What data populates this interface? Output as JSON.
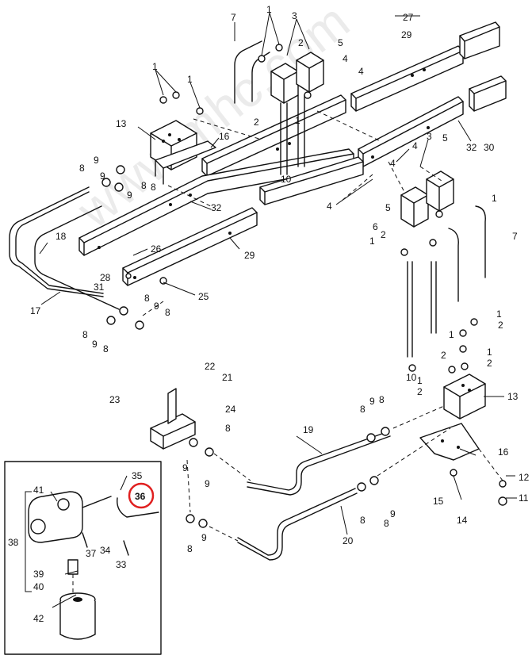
{
  "watermark": "www.mhc.com",
  "callout_labels": {
    "l7a": "7",
    "l1a": "1",
    "l3a": "3",
    "l2a": "2",
    "l5a": "5",
    "l27": "27",
    "l29a": "29",
    "l4a": "4",
    "l4b": "4",
    "l1b": "1",
    "l1c": "1",
    "l2b": "2",
    "l1d": "1",
    "l13a": "13",
    "l16a": "16",
    "l9a": "9",
    "l8a": "8",
    "l9b": "9",
    "l8b": "8",
    "l9c": "9",
    "l8c": "8",
    "l10a": "10",
    "l32a": "32",
    "l30": "30",
    "l4c": "4",
    "l3b": "3",
    "l5b": "5",
    "l4d": "4",
    "l5c": "5",
    "l1e": "1",
    "l4e": "4",
    "l18": "18",
    "l26": "26",
    "l32b": "32",
    "l29b": "29",
    "l6": "6",
    "l2c": "2",
    "l1f": "1",
    "l7b": "7",
    "l28": "28",
    "l31": "31",
    "l25": "25",
    "l17": "17",
    "l8d": "8",
    "l9d": "9",
    "l8e": "8",
    "l8f": "8",
    "l9e": "9",
    "l8g": "8",
    "l1g": "1",
    "l2d": "2",
    "l2e": "2",
    "l1h": "1",
    "l1i": "1",
    "l2f": "2",
    "l10b": "10",
    "l1j": "1",
    "l2g": "2",
    "l13b": "13",
    "l22": "22",
    "l21": "21",
    "l23": "23",
    "l24": "24",
    "l8h": "8",
    "l9f": "9",
    "l8i": "8",
    "l9g": "9",
    "l19": "19",
    "l8j": "8",
    "l9h": "9",
    "l8k": "8",
    "l9i": "9",
    "l8l": "8",
    "l20": "20",
    "l16b": "16",
    "l12": "12",
    "l11": "11",
    "l15": "15",
    "l14": "14",
    "l9j": "9",
    "l8m": "8",
    "l35": "35",
    "l36": "36",
    "l41": "41",
    "l38": "38",
    "l37": "37",
    "l34": "34",
    "l33": "33",
    "l39": "39",
    "l40": "40",
    "l42": "42"
  },
  "colors": {
    "line": "#111111",
    "highlight": "#e02020",
    "watermark": "#c8c8c8"
  }
}
